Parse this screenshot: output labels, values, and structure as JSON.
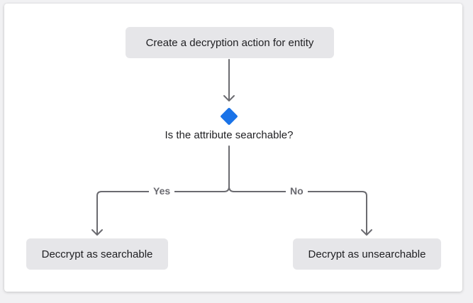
{
  "flowchart": {
    "start_node": "Create a decryption action for entity",
    "decision": "Is the attribute searchable?",
    "yes_label": "Yes",
    "no_label": "No",
    "yes_node": "Deccrypt as searchable",
    "no_node": "Decrypt as unsearchable"
  },
  "colors": {
    "decision_diamond": "#1a73e8",
    "node_fill": "#e6e6e9",
    "connector": "#6b6b70"
  }
}
